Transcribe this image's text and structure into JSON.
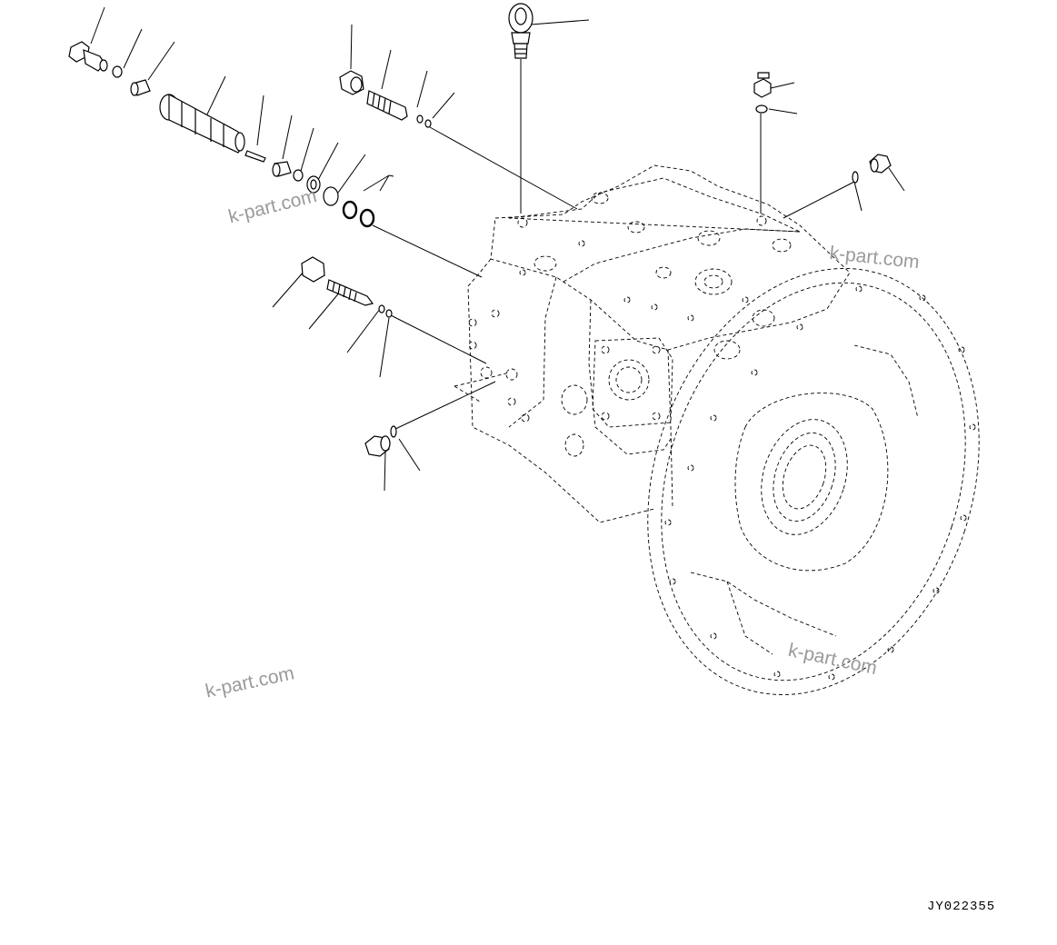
{
  "drawing_code": "JY022355",
  "watermarks": [
    "k-part.com",
    "k-part.com",
    "k-part.com",
    "k-part.com"
  ]
}
